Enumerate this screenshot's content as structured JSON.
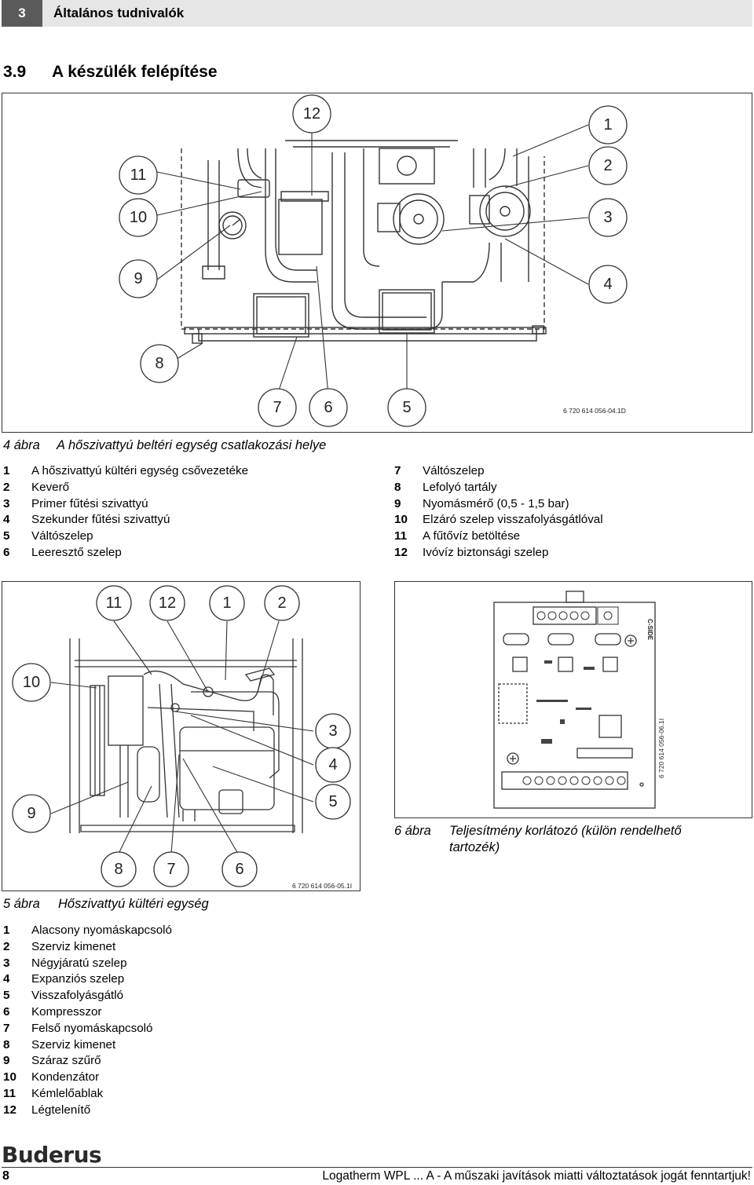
{
  "header": {
    "chapter_number": "3",
    "chapter_title": "Általános tudnivalók"
  },
  "section": {
    "number": "3.9",
    "title": "A készülék felépítése"
  },
  "fig4": {
    "code": "6 720 614 056-04.1D",
    "caption_num": "4 ábra",
    "caption_text": "A hőszivattyú beltéri egység csatlakozási helye",
    "callouts": [
      "1",
      "2",
      "3",
      "4",
      "5",
      "6",
      "7",
      "8",
      "9",
      "10",
      "11",
      "12"
    ],
    "legend": [
      {
        "n": "1",
        "t": "A hőszivattyú kültéri egység csővezetéke"
      },
      {
        "n": "2",
        "t": "Keverő"
      },
      {
        "n": "3",
        "t": "Primer fűtési szivattyú"
      },
      {
        "n": "4",
        "t": "Szekunder fűtési szivattyú"
      },
      {
        "n": "5",
        "t": "Váltószelep"
      },
      {
        "n": "6",
        "t": "Leeresztő szelep"
      },
      {
        "n": "7",
        "t": "Váltószelep"
      },
      {
        "n": "8",
        "t": "Lefolyó tartály"
      },
      {
        "n": "9",
        "t": "Nyomásmérő (0,5 - 1,5 bar)"
      },
      {
        "n": "10",
        "t": "Elzáró szelep visszafolyásgátlóval"
      },
      {
        "n": "11",
        "t": "A fűtővíz betöltése"
      },
      {
        "n": "12",
        "t": "Ivóvíz biztonsági szelep"
      }
    ]
  },
  "fig5": {
    "code": "6 720 614 056-05.1I",
    "caption_num": "5 ábra",
    "caption_text": "Hőszivattyú kültéri egység",
    "callouts": [
      "1",
      "2",
      "3",
      "4",
      "5",
      "6",
      "7",
      "8",
      "9",
      "10",
      "11",
      "12"
    ],
    "legend": [
      {
        "n": "1",
        "t": "Alacsony nyomáskapcsoló"
      },
      {
        "n": "2",
        "t": "Szerviz kimenet"
      },
      {
        "n": "3",
        "t": "Négyjáratú szelep"
      },
      {
        "n": "4",
        "t": "Expanziós szelep"
      },
      {
        "n": "5",
        "t": "Visszafolyásgátló"
      },
      {
        "n": "6",
        "t": "Kompresszor"
      },
      {
        "n": "7",
        "t": "Felső nyomáskapcsoló"
      },
      {
        "n": "8",
        "t": "Szerviz kimenet"
      },
      {
        "n": "9",
        "t": "Száraz szűrő"
      },
      {
        "n": "10",
        "t": "Kondenzátor"
      },
      {
        "n": "11",
        "t": "Kémlelőablak"
      },
      {
        "n": "12",
        "t": "Légtelenítő"
      }
    ]
  },
  "fig6": {
    "code": "6 720 614 056-06.1I",
    "board_label": "C-SIDE",
    "caption_num": "6 ábra",
    "caption_line1": "Teljesítmény korlátozó (külön rendelhető",
    "caption_line2": "tartozék)"
  },
  "footer": {
    "logo": "Buderus",
    "page": "8",
    "text": "Logatherm WPL ... A - A műszaki javítások miatti változtatások jogát fenntartjuk!"
  }
}
